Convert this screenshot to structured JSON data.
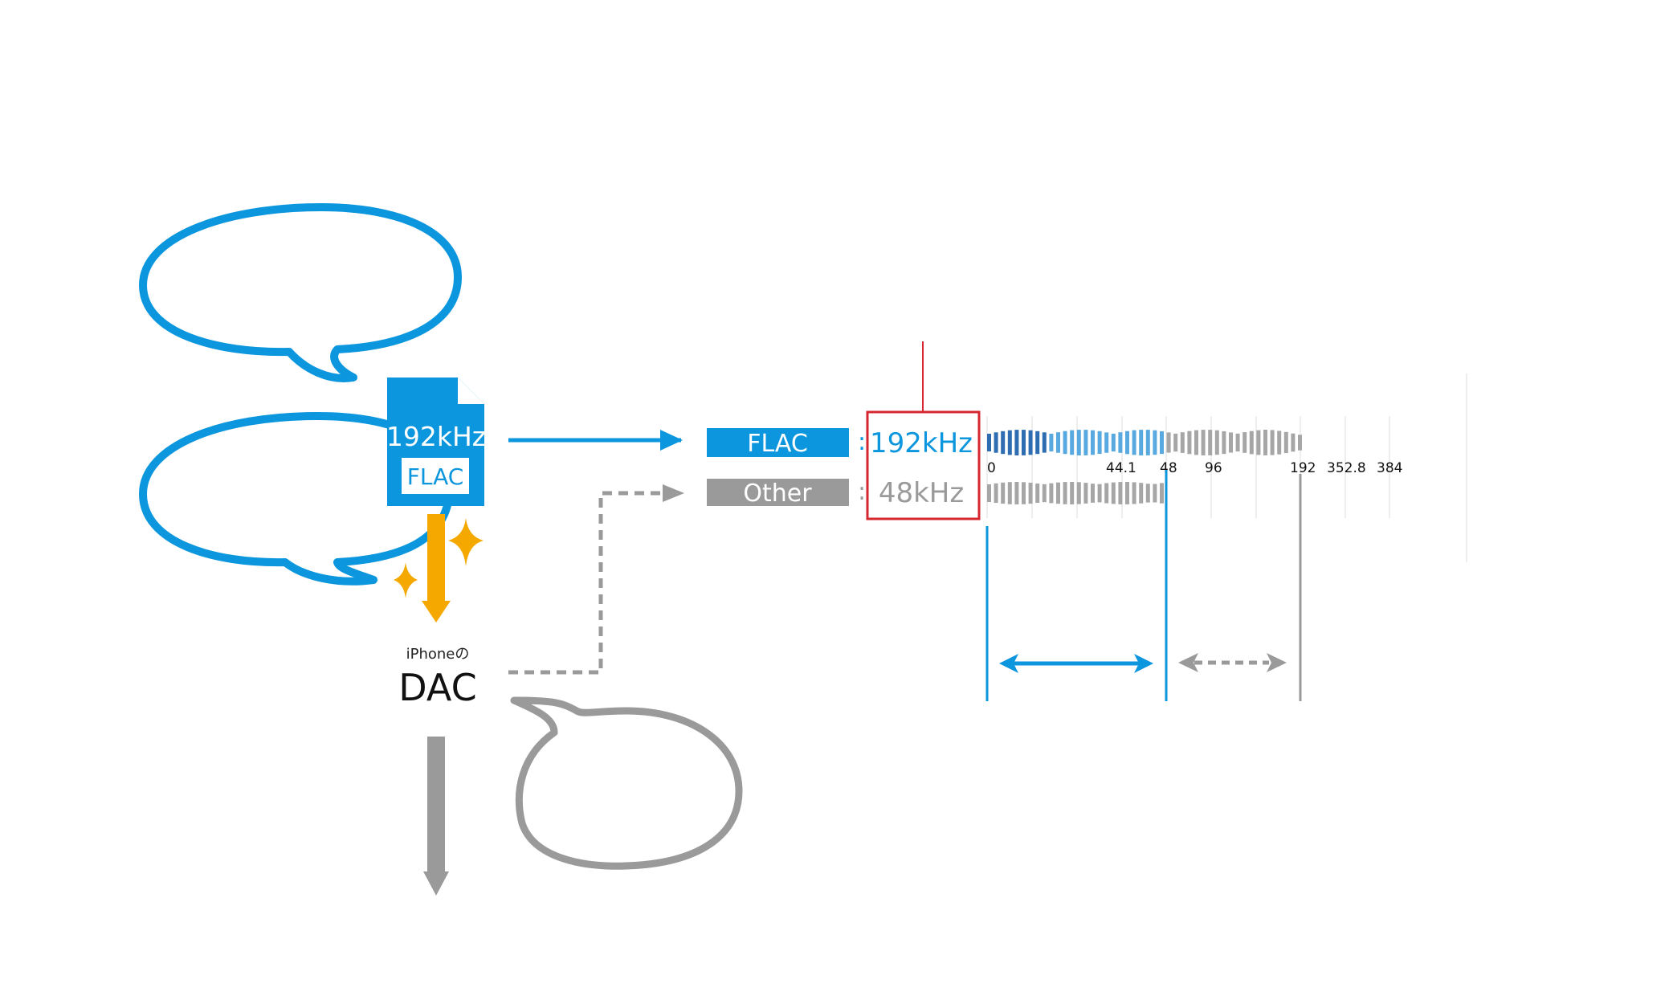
{
  "file_icon": {
    "rate": "192kHz",
    "format": "FLAC",
    "color": "#0b96de"
  },
  "dac": {
    "caption": "iPhoneの",
    "label": "DAC"
  },
  "rows": [
    {
      "format": "FLAC",
      "separator": ":",
      "rate": "192kHz",
      "color": "#0b96de"
    },
    {
      "format": "Other",
      "separator": ":",
      "rate": "48kHz",
      "color": "#9a9a9a"
    }
  ],
  "scale": {
    "ticks": [
      "0",
      "44.1",
      "48",
      "96",
      "192",
      "352.8",
      "384"
    ]
  },
  "colors": {
    "blue": "#0b96de",
    "gray": "#9a9a9a",
    "orange": "#f5a800",
    "red": "#d6262f"
  }
}
